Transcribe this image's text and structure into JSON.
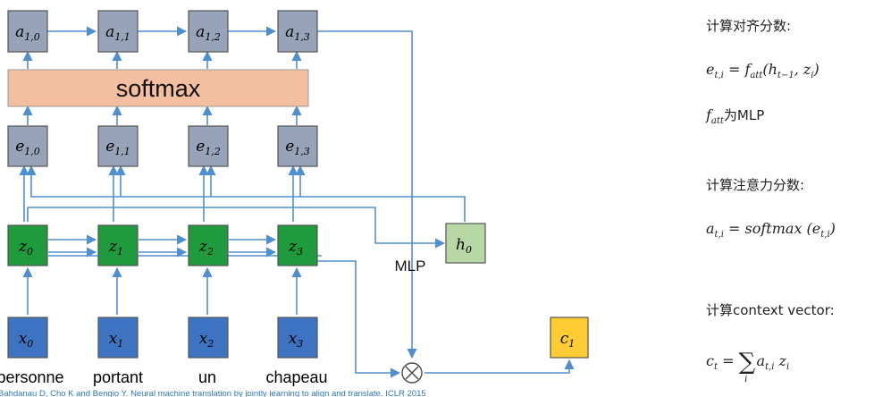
{
  "diagram": {
    "alpha_top": [
      "a_{1,0}",
      "a_{1,1}",
      "a_{1,2}",
      "a_{1,3}"
    ],
    "softmax_label": "softmax",
    "energies": [
      "e_{1,0}",
      "e_{1,1}",
      "e_{1,2}",
      "e_{1,3}"
    ],
    "encoder_states": [
      "z_0",
      "z_1",
      "z_2",
      "z_3"
    ],
    "decoder_state": "h_0",
    "mlp_label": "MLP",
    "inputs": [
      "x_0",
      "x_1",
      "x_2",
      "x_3"
    ],
    "words": [
      "personne",
      "portant",
      "un",
      "chapeau"
    ],
    "context": "c_1",
    "multiply_symbol": "⊗",
    "citation": "Bahdanau D, Cho K and Bengio Y. Neural machine translation by jointly learning to align and translate. ICLR 2015",
    "colors": {
      "grey_box": "#97a3b8",
      "softmax_fill": "#f4bfa0",
      "green_box": "#1f9a3c",
      "light_green": "#b7d8a4",
      "blue_box": "#3d73c0",
      "yellow_box": "#ffcc33",
      "arrow": "#4f8fcf",
      "citation": "#2e75b6"
    }
  },
  "side": {
    "align_title": "计算对齐分数:",
    "align_formula": "e_{t,i} = f_att(h_{t−1}, z_i)",
    "fatt_note_sym": "f_att",
    "fatt_note_text": "为MLP",
    "attn_title": "计算注意力分数:",
    "attn_formula": "a_{t,i} = softmax (e_{t,i})",
    "context_title": "计算context vector:",
    "context_formula": "c_t = Σ_i a_{t,i} z_i"
  }
}
